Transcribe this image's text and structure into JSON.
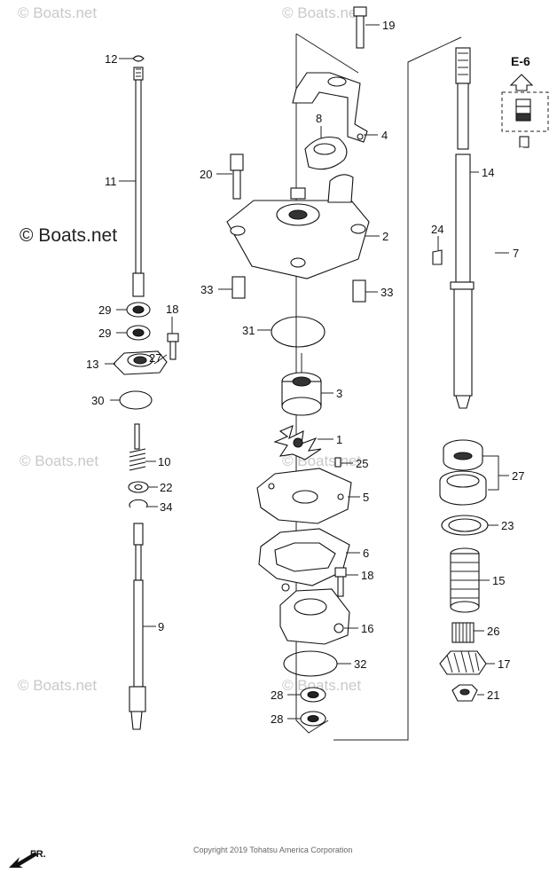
{
  "watermark": "© Boats.net",
  "copyright": "Copyright 2019 Tohatsu America Corporation",
  "reference": {
    "label": "E-6"
  },
  "direction": {
    "label": "FR."
  },
  "callouts": [
    "12",
    "11",
    "29",
    "29",
    "18",
    "13",
    "27",
    "30",
    "10",
    "22",
    "34",
    "9",
    "19",
    "8",
    "4",
    "20",
    "2",
    "33",
    "33",
    "31",
    "3",
    "1",
    "25",
    "5",
    "6",
    "18",
    "16",
    "32",
    "28",
    "28",
    "14",
    "24",
    "7",
    "27",
    "23",
    "15",
    "26",
    "17",
    "21"
  ]
}
